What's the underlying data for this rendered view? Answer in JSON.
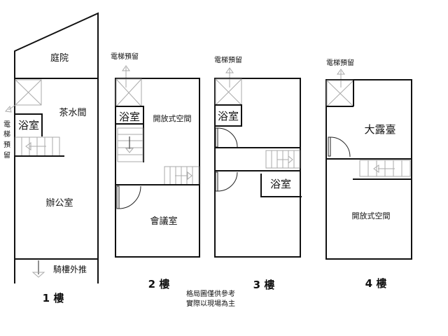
{
  "floors": [
    {
      "label": "1 樓",
      "rooms": [
        "庭院",
        "茶水間",
        "浴室",
        "辦公室",
        "騎樓外推"
      ],
      "elevator_note": "電梯預留"
    },
    {
      "label": "2 樓",
      "rooms": [
        "浴室",
        "開放式空間",
        "會議室"
      ],
      "elevator_note": "電梯預留"
    },
    {
      "label": "3 樓",
      "rooms": [
        "浴室",
        "浴室"
      ],
      "elevator_note": "電梯預留"
    },
    {
      "label": "4 樓",
      "rooms": [
        "大露臺",
        "開放式空間"
      ],
      "elevator_note": "電梯預留"
    }
  ],
  "elevator_vertical": [
    "電",
    "梯",
    "預",
    "留"
  ],
  "disclaimer": [
    "格局圖僅供參考",
    "實際以現場為主"
  ]
}
